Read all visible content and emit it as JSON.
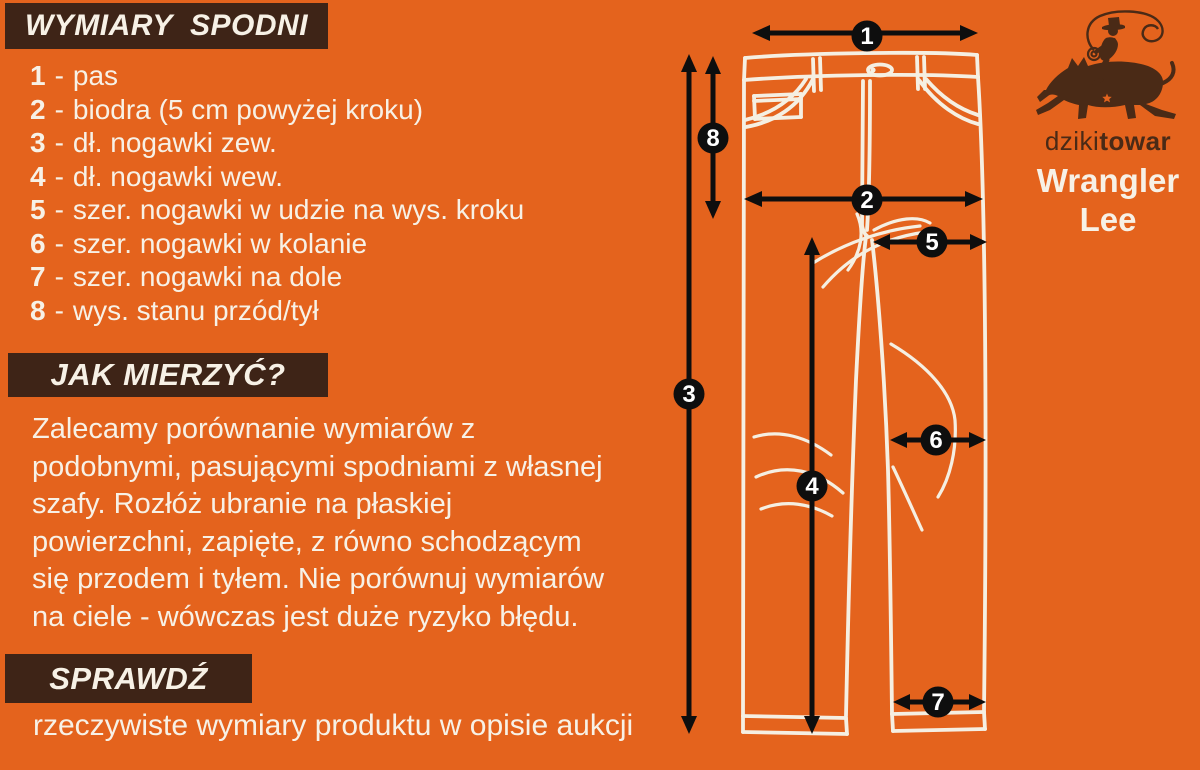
{
  "colors": {
    "background_orange": "#E4631D",
    "band_brown": "#3E2417",
    "logo_brown": "#4A2A16",
    "text_white": "#F7F1E6",
    "pants_outline": "#F5EFE2",
    "arrow_black": "#0E0E0E"
  },
  "left": {
    "measurements": {
      "title": "WYMIARY  SPODNI",
      "items": [
        {
          "num": "1",
          "sep": "-",
          "label": "pas"
        },
        {
          "num": "2",
          "sep": "-",
          "label": "biodra (5 cm powyżej kroku)"
        },
        {
          "num": "3",
          "sep": "-",
          "label": "dł. nogawki zew."
        },
        {
          "num": "4",
          "sep": "-",
          "label": "dł. nogawki wew."
        },
        {
          "num": "5",
          "sep": "-",
          "label": "szer. nogawki w udzie na wys. kroku"
        },
        {
          "num": "6",
          "sep": "-",
          "label": "szer. nogawki w kolanie"
        },
        {
          "num": "7",
          "sep": "-",
          "label": "szer. nogawki na dole"
        },
        {
          "num": "8",
          "sep": "-",
          "label": "wys. stanu przód/tył"
        }
      ]
    },
    "how_to_measure": {
      "title": "JAK MIERZYĆ?",
      "lines": [
        "Zalecamy porównanie wymiarów z",
        "podobnymi, pasującymi spodniami z własnej",
        "szafy. Rozłóż ubranie na płaskiej",
        "powierzchni, zapięte, z równo schodzącym",
        "się przodem i tyłem. Nie porównuj wymiarów",
        "na ciele - wówczas jest duże ryzyko błędu."
      ]
    },
    "check": {
      "title": "SPRAWDŹ",
      "note": "rzeczywiste wymiary produktu w opisie aukcji"
    }
  },
  "diagram": {
    "badges": [
      "1",
      "2",
      "3",
      "4",
      "5",
      "6",
      "7",
      "8"
    ]
  },
  "brand": {
    "logo_regular": "dziki",
    "logo_bold": "towar",
    "line1": "Wrangler",
    "line2": "Lee"
  }
}
